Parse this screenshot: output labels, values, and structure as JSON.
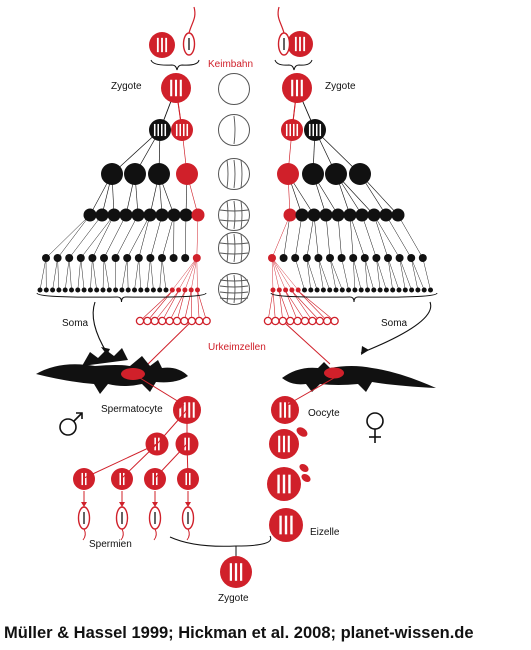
{
  "labels": {
    "zygote_left": "Zygote",
    "zygote_right": "Zygote",
    "keimbahn": "Keimbahn",
    "soma_left": "Soma",
    "soma_right": "Soma",
    "urkeimzellen": "Urkeimzellen",
    "spermatocyte": "Spermatocyte",
    "oocyte": "Oocyte",
    "spermien": "Spermien",
    "eizelle": "Eizelle",
    "zygote_bottom": "Zygote"
  },
  "symbols": {
    "male": "male-sex-symbol",
    "female": "female-sex-symbol"
  },
  "caption": "Müller & Hassel 1999; Hickman et al. 2008; planet-wissen.de",
  "colors": {
    "germline": "#d0202a",
    "soma": "#111111",
    "outline": "#333333",
    "background": "#ffffff"
  }
}
